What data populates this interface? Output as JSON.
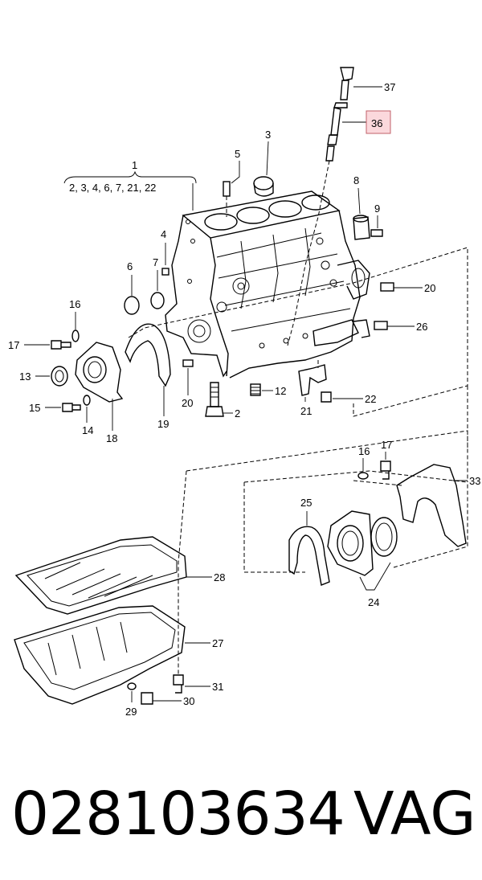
{
  "footer": {
    "part_number": "028103634",
    "brand": "VAG"
  },
  "diagram": {
    "highlighted_callout": "36",
    "group_label": "1",
    "group_members": "2, 3, 4, 6, 7, 21, 22",
    "callouts": [
      "37",
      "36",
      "3",
      "5",
      "8",
      "9",
      "4",
      "7",
      "6",
      "16",
      "17",
      "13",
      "15",
      "14",
      "18",
      "19",
      "20",
      "20",
      "26",
      "12",
      "2",
      "21",
      "22",
      "25",
      "16",
      "17",
      "33",
      "24",
      "28",
      "27",
      "31",
      "29",
      "30"
    ]
  },
  "colors": {
    "highlight_fill": "#fbd8dc",
    "highlight_border": "#c0606a",
    "line": "#000000"
  }
}
